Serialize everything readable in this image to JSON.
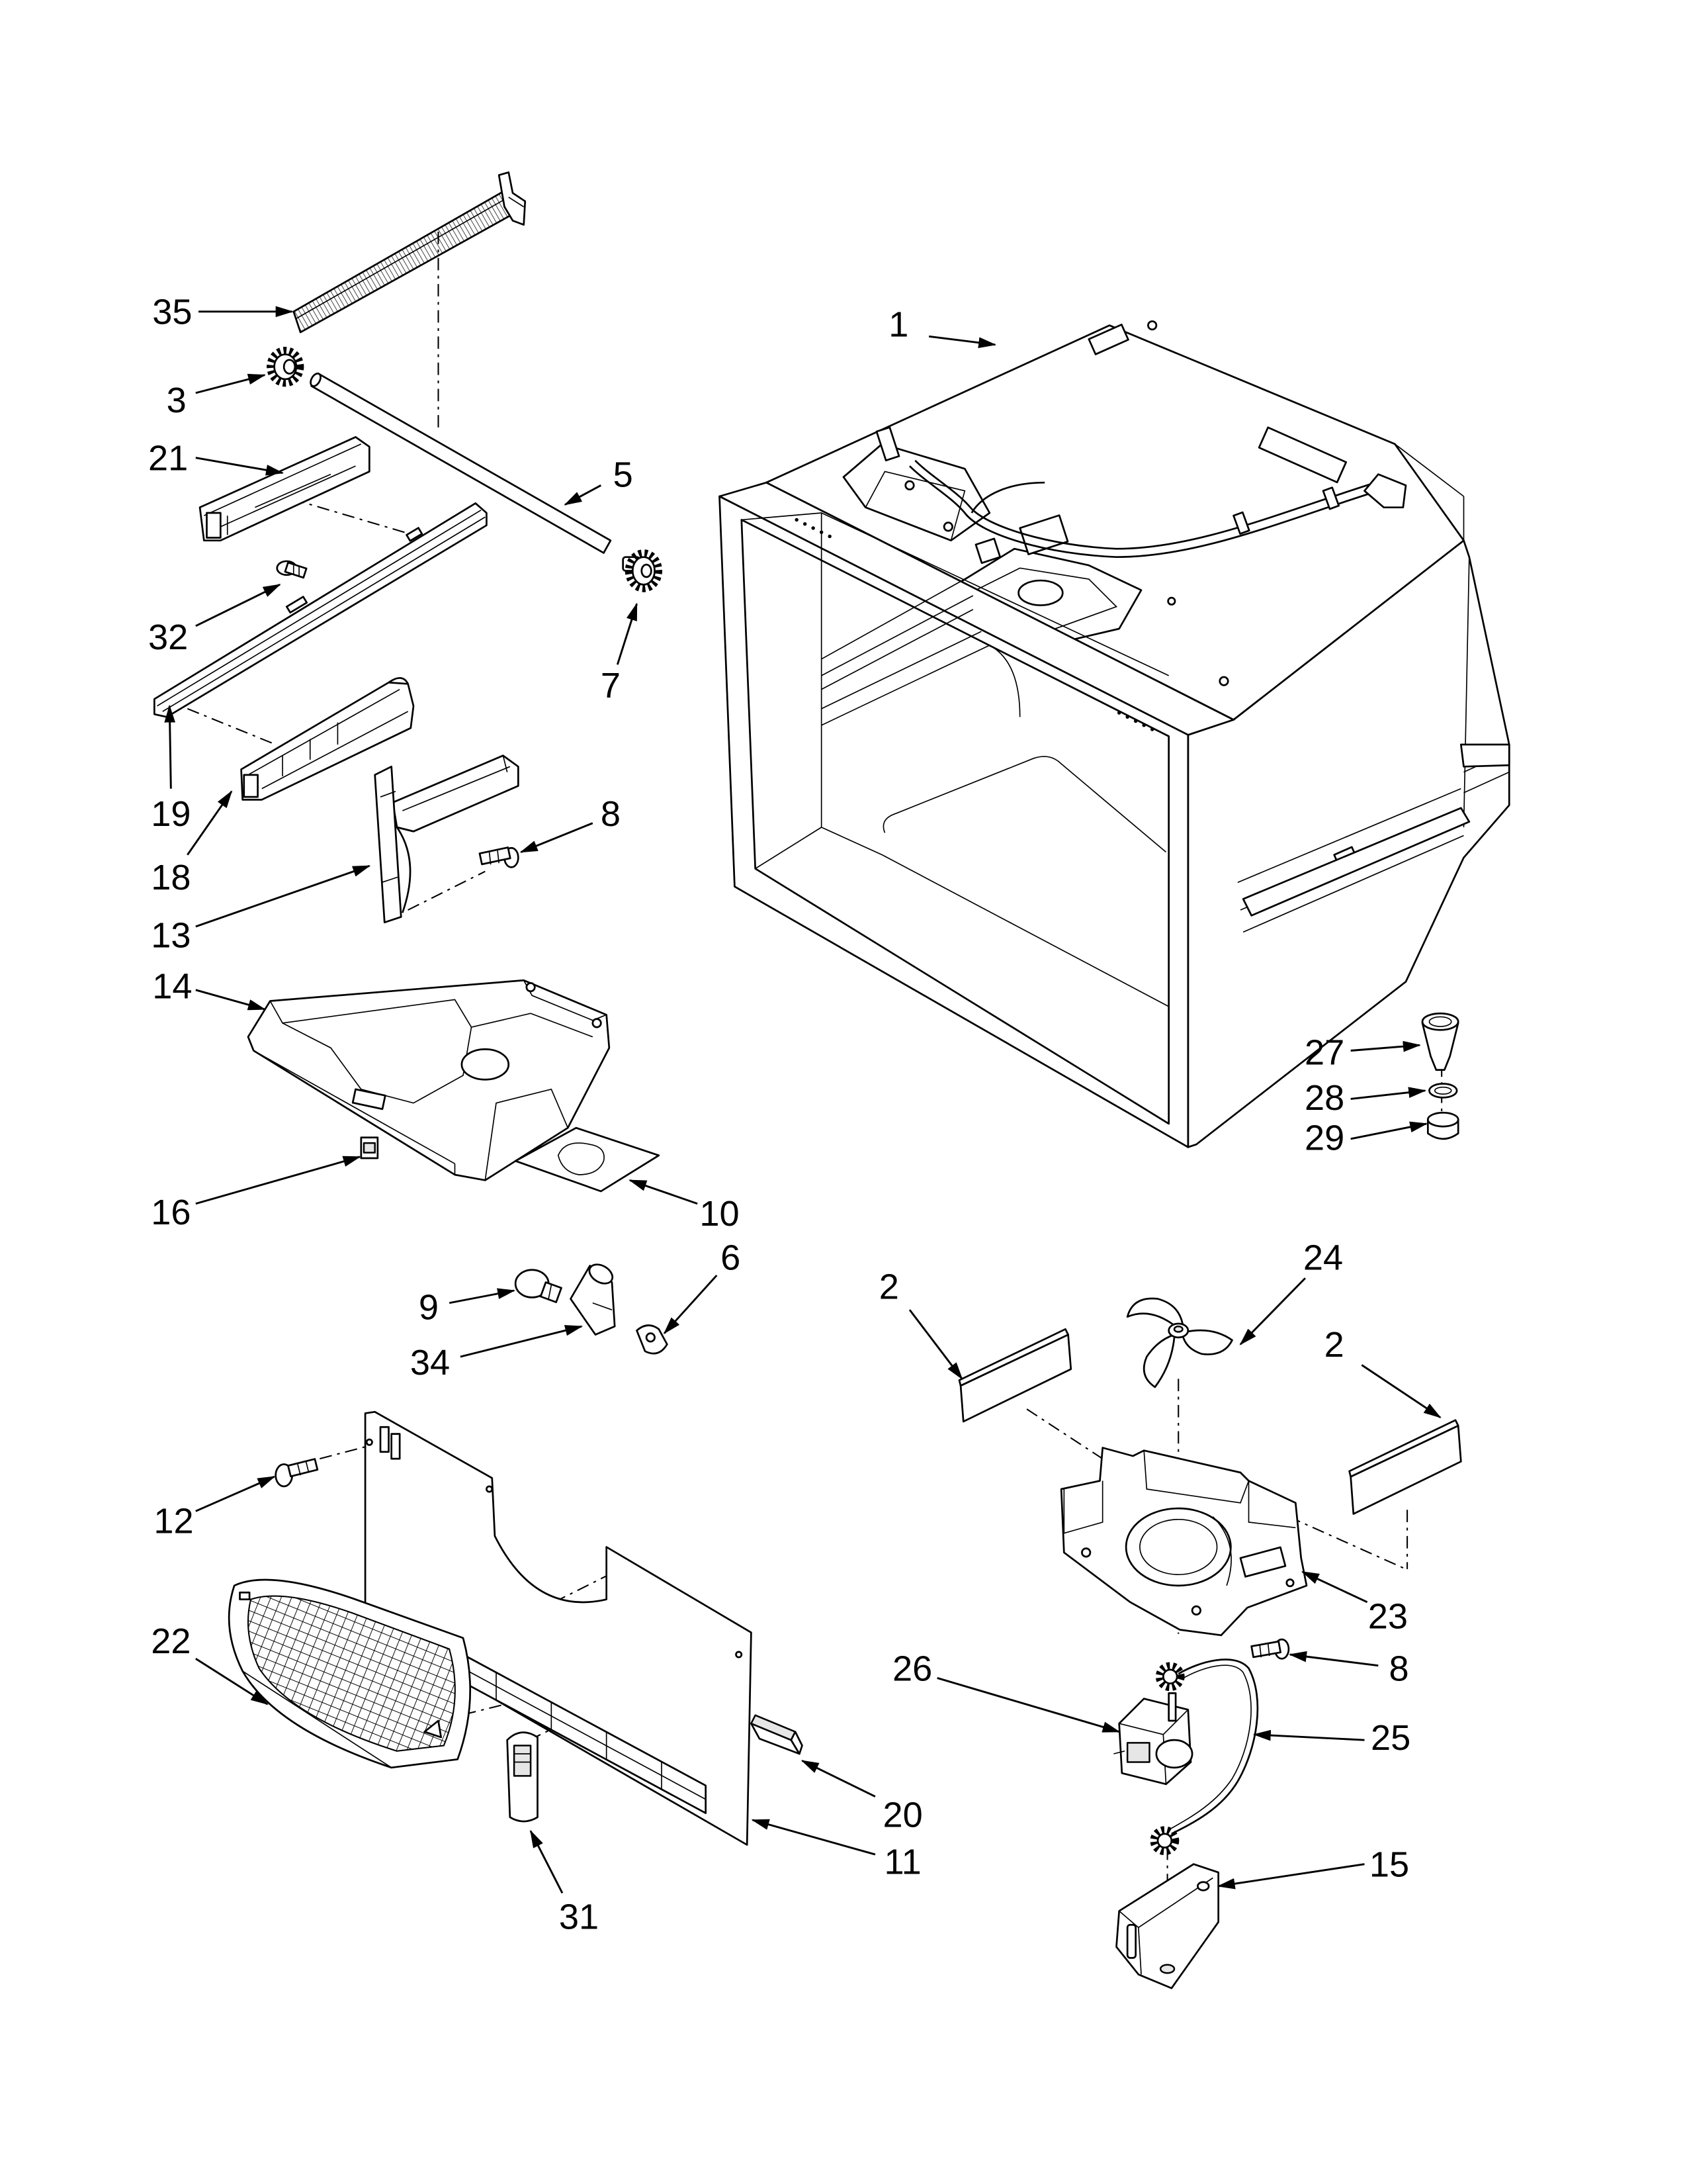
{
  "callouts": [
    "35",
    "3",
    "21",
    "5",
    "1",
    "32",
    "7",
    "19",
    "18",
    "8",
    "13",
    "14",
    "27",
    "28",
    "29",
    "16",
    "10",
    "6",
    "9",
    "34",
    "2",
    "24",
    "2",
    "12",
    "22",
    "23",
    "26",
    "8",
    "25",
    "20",
    "11",
    "31",
    "15"
  ],
  "colors": {
    "line": "#000000",
    "background": "#ffffff"
  }
}
